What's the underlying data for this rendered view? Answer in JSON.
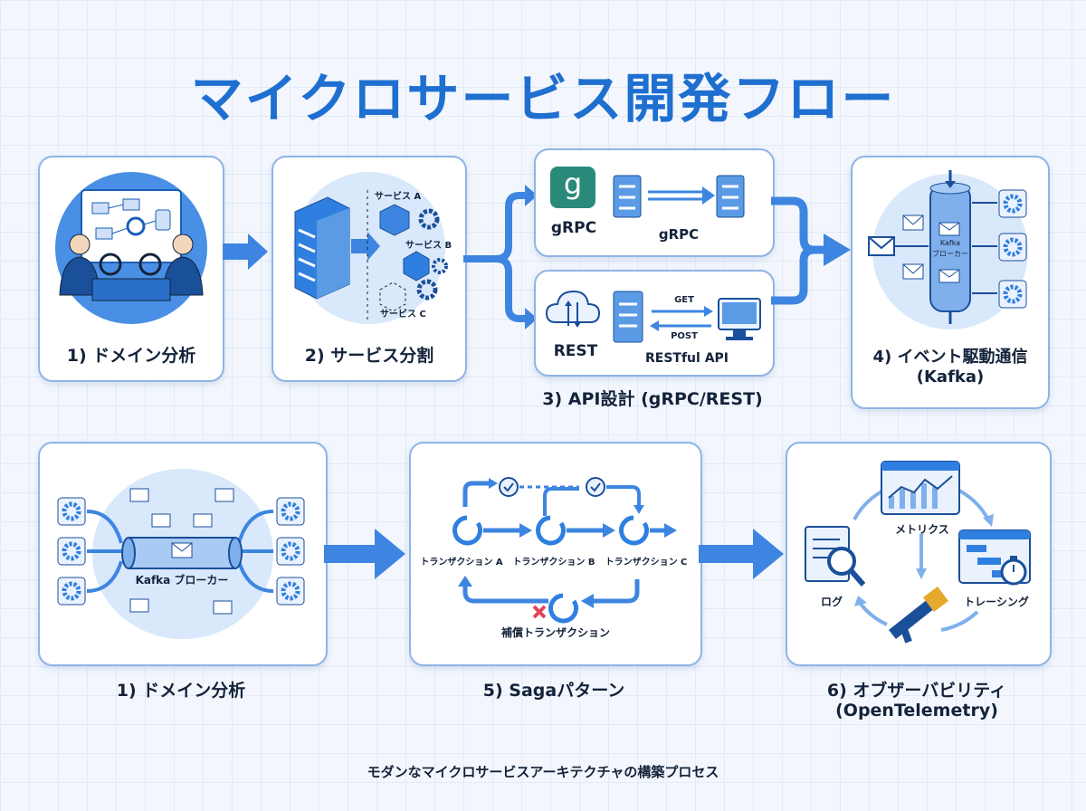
{
  "title": "マイクロサービス開発フロー",
  "subtitle": "モダンなマイクロサービスアーキテクチャの構築プロセス",
  "colors": {
    "accent": "#1f6fd0",
    "arrow": "#3d85e0",
    "light": "#d9e8fb",
    "border": "#8fb4e6"
  },
  "top_row": {
    "step1": {
      "label": "1) ドメイン分析"
    },
    "step2": {
      "label": "2) サービス分割",
      "service_a": "サービス A",
      "service_b": "サービス B",
      "service_c": "サービス C"
    },
    "step3": {
      "label": "3) API設計 (gRPC/REST)",
      "grpc_logo_letter": "g",
      "grpc_label": "gRPC",
      "grpc_link_label": "gRPC",
      "rest_label": "REST",
      "restful_label": "RESTful API",
      "get_label": "GET",
      "post_label": "POST"
    },
    "step4": {
      "label_line1": "4) イベント駆動通信",
      "label_line2": "(Kafka)",
      "broker_line1": "Kafka",
      "broker_line2": "ブローカー"
    }
  },
  "bottom_row": {
    "kafka": {
      "label": "1) ドメイン分析",
      "broker_label": "Kafka ブローカー"
    },
    "saga": {
      "label": "5) Sagaパターン",
      "tx_a": "トランザクション A",
      "tx_b": "トランザクション B",
      "tx_c": "トランザクション C",
      "compensation": "補償トランザクション"
    },
    "observability": {
      "label_line1": "6) オブザーバビリティ",
      "label_line2": "(OpenTelemetry)",
      "metrics": "メトリクス",
      "logs": "ログ",
      "tracing": "トレーシング"
    }
  },
  "icons": [
    "team-icon",
    "server-icon",
    "cube-icon",
    "gear-icon",
    "envelope-icon",
    "cloud-icon",
    "monitor-icon",
    "check-icon",
    "cross-icon",
    "magnifier-icon",
    "telescope-icon",
    "stopwatch-icon",
    "chart-icon"
  ]
}
